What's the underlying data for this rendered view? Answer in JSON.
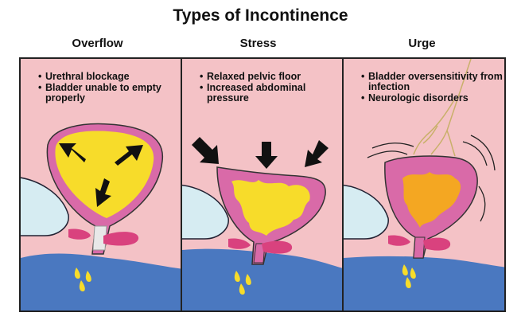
{
  "title": "Types of Incontinence",
  "panels": [
    {
      "heading": "Overflow",
      "bullets": [
        "Urethral blockage",
        "Bladder unable to empty properly"
      ]
    },
    {
      "heading": "Stress",
      "bullets": [
        "Relaxed pelvic floor",
        "Increased abdominal pressure"
      ]
    },
    {
      "heading": "Urge",
      "bullets": [
        "Bladder oversensitivity from infection",
        "Neurologic disorders"
      ]
    }
  ],
  "colors": {
    "background": "#f4c2c6",
    "floor": "#4a78c0",
    "bladder_wall": "#d96aa8",
    "urine": "#f7dc2a",
    "muscle": "#d9427e",
    "pubic_bone": "#d6ecf2",
    "arrow": "#111111"
  },
  "icons": [
    "arrow-icon",
    "urine-drip-icon",
    "nerve-icon"
  ]
}
